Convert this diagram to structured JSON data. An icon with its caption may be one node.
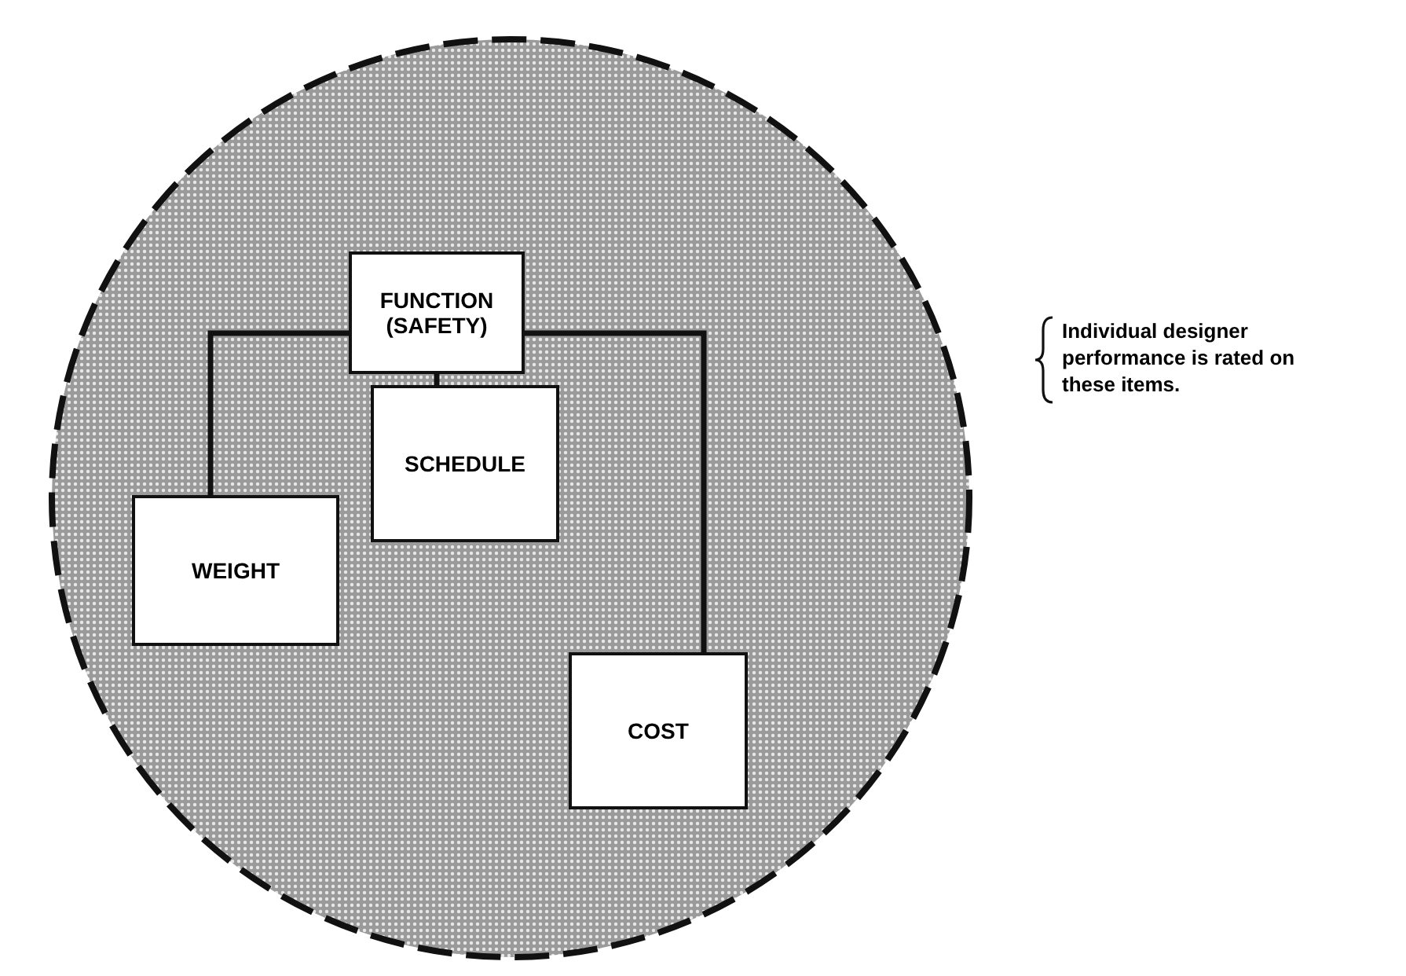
{
  "diagram": {
    "nodes": [
      {
        "text": [],
        "shape": "circle",
        "beside": [
          "Individual designer performance is rated on these items."
        ]
      },
      {
        "text": [
          "FUNCTION (SAFETY)"
        ],
        "in": 0
      },
      {
        "text": [
          "SCHEDULE"
        ],
        "in": 0
      },
      {
        "text": [
          "WEIGHT"
        ],
        "in": 0
      },
      {
        "text": [
          "COST"
        ],
        "in": 0
      }
    ],
    "edges": [
      {
        "from": 1,
        "to": 3,
        "arrow": "none"
      },
      {
        "from": 1,
        "to": 2,
        "arrow": "none"
      },
      {
        "from": 1,
        "to": 4,
        "arrow": "none"
      }
    ]
  }
}
